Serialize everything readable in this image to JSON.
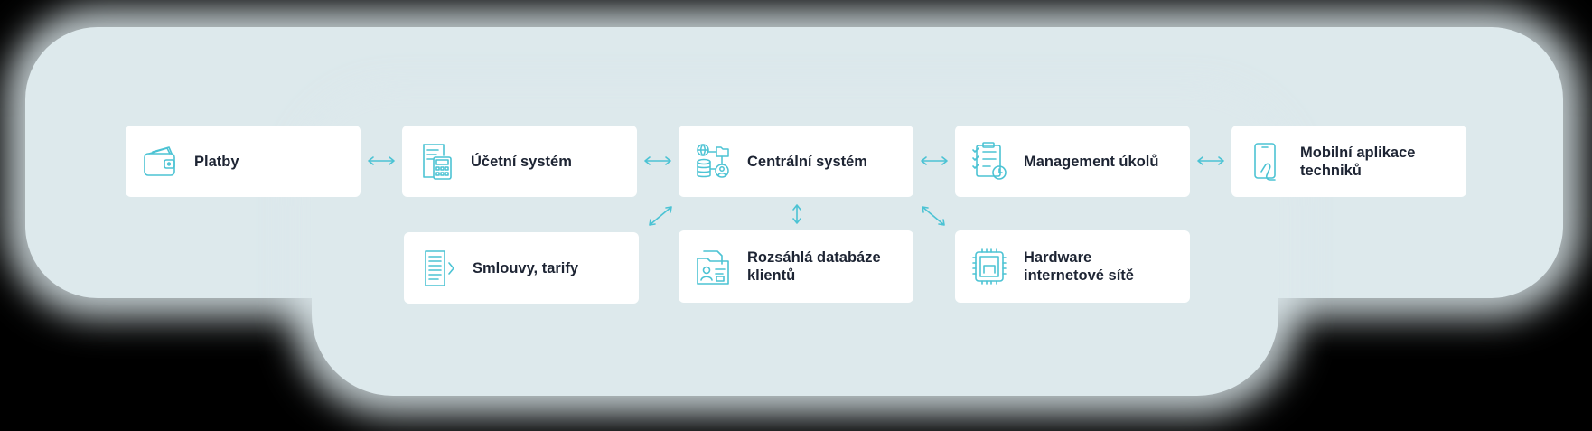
{
  "nodes": {
    "platby": "Platby",
    "ucetni": "Účetní systém",
    "centralni": "Centrální systém",
    "management": "Management úkolů",
    "mobilni": "Mobilní aplikace\ntechniků",
    "smlouvy": "Smlouvy, tarify",
    "databaze": "Rozsáhlá databáze\nklientů",
    "hardware": "Hardware\ninternetové sítě"
  },
  "colors": {
    "accent": "#4cc3d4",
    "card": "#ffffff",
    "backdrop": "#dde9ec",
    "text": "#1d2433"
  },
  "icons": {
    "platby": "wallet-icon",
    "ucetni": "calculator-document-icon",
    "centralni": "database-network-icon",
    "management": "task-checklist-icon",
    "mobilni": "mobile-phone-icon",
    "smlouvy": "document-list-icon",
    "databaze": "client-folder-icon",
    "hardware": "chip-icon"
  }
}
